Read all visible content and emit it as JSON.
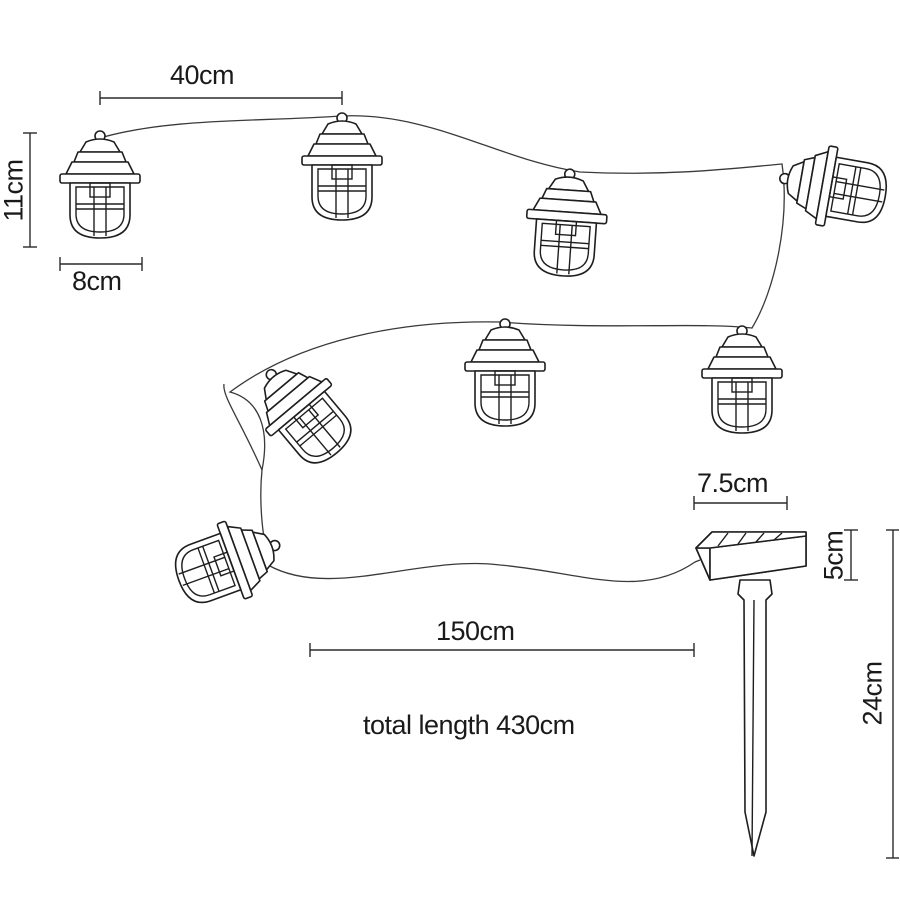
{
  "diagram": {
    "dimensions": {
      "lantern_spacing": "40cm",
      "lantern_height": "11cm",
      "lantern_width": "8cm",
      "panel_width": "7.5cm",
      "panel_height": "5cm",
      "lead_length": "150cm",
      "stake_height": "24cm"
    },
    "total_length": "total length 430cm",
    "lantern_count": 8
  },
  "colors": {
    "line": "#1e1e1e",
    "background": "#ffffff"
  }
}
